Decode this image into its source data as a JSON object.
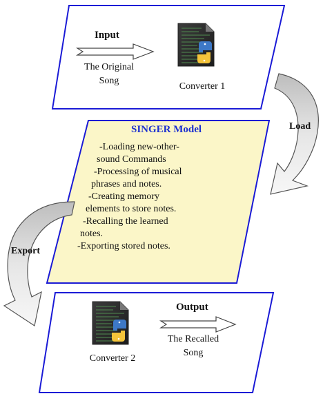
{
  "top_box": {
    "input_label": "Input",
    "source_line1": "The Original",
    "source_line2": "Song",
    "converter_label": "Converter 1"
  },
  "model_box": {
    "title": "SINGER Model",
    "lines": [
      "-Loading new-other-",
      "sound Commands",
      "-Processing of musical",
      "phrases and notes.",
      "-Creating memory",
      "elements to store notes.",
      "-Recalling the learned",
      "notes.",
      "-Exporting stored notes."
    ]
  },
  "bottom_box": {
    "output_label": "Output",
    "result_line1": "The Recalled",
    "result_line2": "Song",
    "converter_label": "Converter 2"
  },
  "arrows": {
    "load_label": "Load",
    "export_label": "Export"
  },
  "colors": {
    "box_border": "#1a1ad6",
    "model_fill": "#fbf6c8",
    "model_title": "#1b2fd0",
    "curved_arrow_fill": "#cfcfcf"
  },
  "icons": [
    "python-file-icon",
    "python-file-icon"
  ]
}
